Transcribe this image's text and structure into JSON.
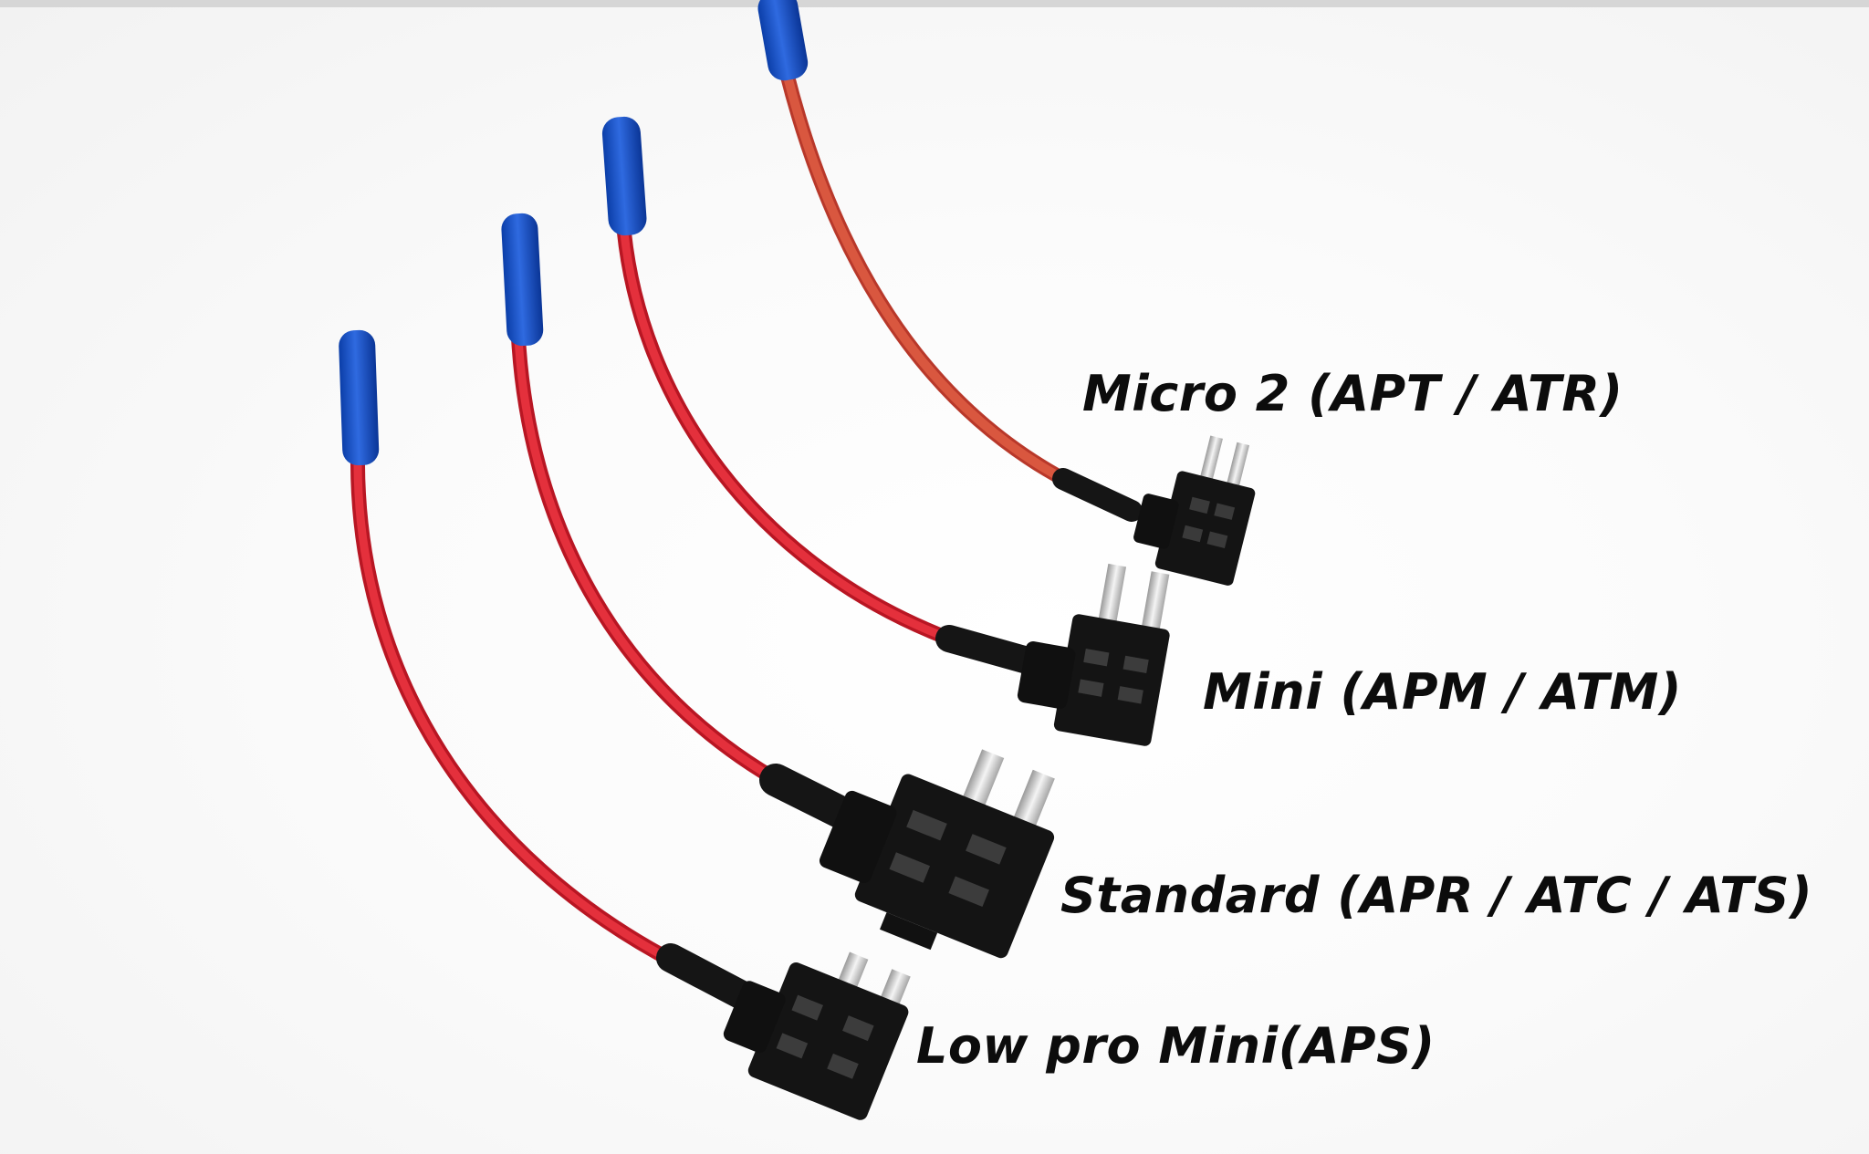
{
  "labels": {
    "micro": "Micro 2 (APT / ATR)",
    "mini": "Mini (APM / ATM)",
    "standard": "Standard (APR / ATC / ATS)",
    "low_pro": "Low pro Mini(APS)"
  },
  "colors": {
    "wire_red": "#e0222f",
    "wire_salmon": "#d34c36",
    "connector_blue": "#1450c8",
    "holder_black": "#111111",
    "label_text": "#0c0c0c"
  }
}
